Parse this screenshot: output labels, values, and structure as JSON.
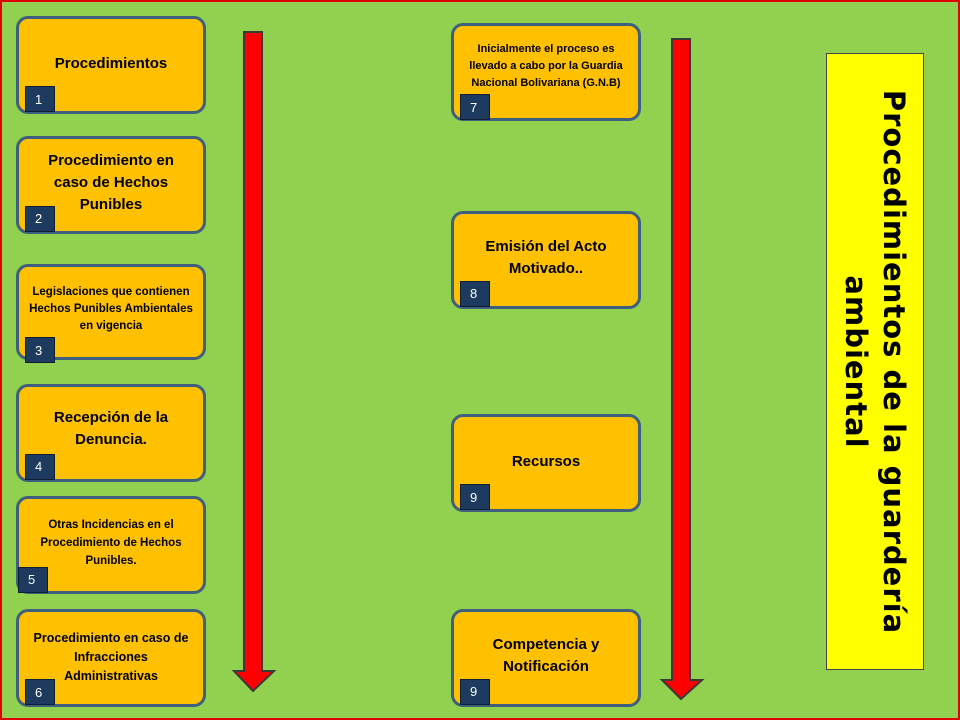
{
  "title": "Procedimientos de la guardería ambiental",
  "colors": {
    "background": "#92d050",
    "frame": "#e00000",
    "box_fill": "#ffc000",
    "box_border": "#3f5f7f",
    "number_tag": "#1f3a5f",
    "arrow": "#ff0000",
    "title_fill": "#ffff00"
  },
  "left_column": [
    {
      "label": "Procedimientos",
      "number": "1"
    },
    {
      "label": "Procedimiento en caso de Hechos Punibles",
      "number": "2"
    },
    {
      "label": "Legislaciones que contienen Hechos Punibles Ambientales en vigencia",
      "number": "3"
    },
    {
      "label": "Recepción de la Denuncia.",
      "number": "4"
    },
    {
      "label": "Otras Incidencias en el Procedimiento de Hechos Punibles.",
      "number": "5"
    },
    {
      "label": "Procedimiento en caso de Infracciones Administrativas",
      "number": "6"
    }
  ],
  "right_column": [
    {
      "label": "Inicialmente el proceso es llevado a cabo por la Guardia Nacional Bolivariana (G.N.B)",
      "number": "7"
    },
    {
      "label": "Emisión del Acto Motivado..",
      "number": "8"
    },
    {
      "label": "Recursos",
      "number": "9"
    },
    {
      "label": "Competencia y Notificación",
      "number": "9"
    }
  ]
}
